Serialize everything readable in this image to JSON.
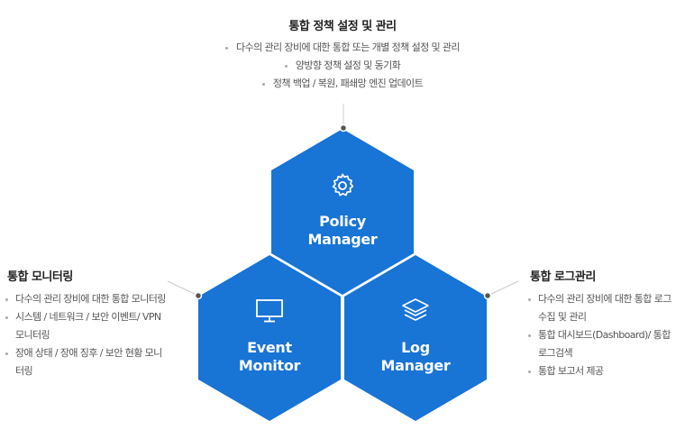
{
  "top": {
    "title": "통합 정책 설정 및 관리",
    "items": [
      "다수의 관리 장비에 대한 통합 또는 개별 정책 설정 및 관리",
      "양방향 정책 설정 및 동기화",
      "정책 백업 / 복원, 패쇄망 엔진 업데이트"
    ]
  },
  "left": {
    "title": "통합 모니터링",
    "items": [
      "다수의 관리 장비에 대한 통합 모니터링",
      "시스템 / 네트워크 / 보안 이벤트/ VPN 모니터링",
      "장애 상태 / 장애 징후 / 보안 현황 모니터링"
    ]
  },
  "right": {
    "title": "통합 로그관리",
    "items": [
      "다수의 관리 장비에 대한 통합 로그 수집 및 관리",
      "통합 대시보드(Dashboard)/ 통합 로그검색",
      "통합 보고서 제공"
    ]
  },
  "hexagons": {
    "policy": {
      "line1": "Policy",
      "line2": "Manager",
      "icon": "gear-icon"
    },
    "event": {
      "line1": "Event",
      "line2": "Monitor",
      "icon": "monitor-icon"
    },
    "log": {
      "line1": "Log",
      "line2": "Manager",
      "icon": "layers-icon"
    }
  },
  "colors": {
    "hex": "#1874d5",
    "connector": "#555555",
    "line": "#cccccc"
  }
}
